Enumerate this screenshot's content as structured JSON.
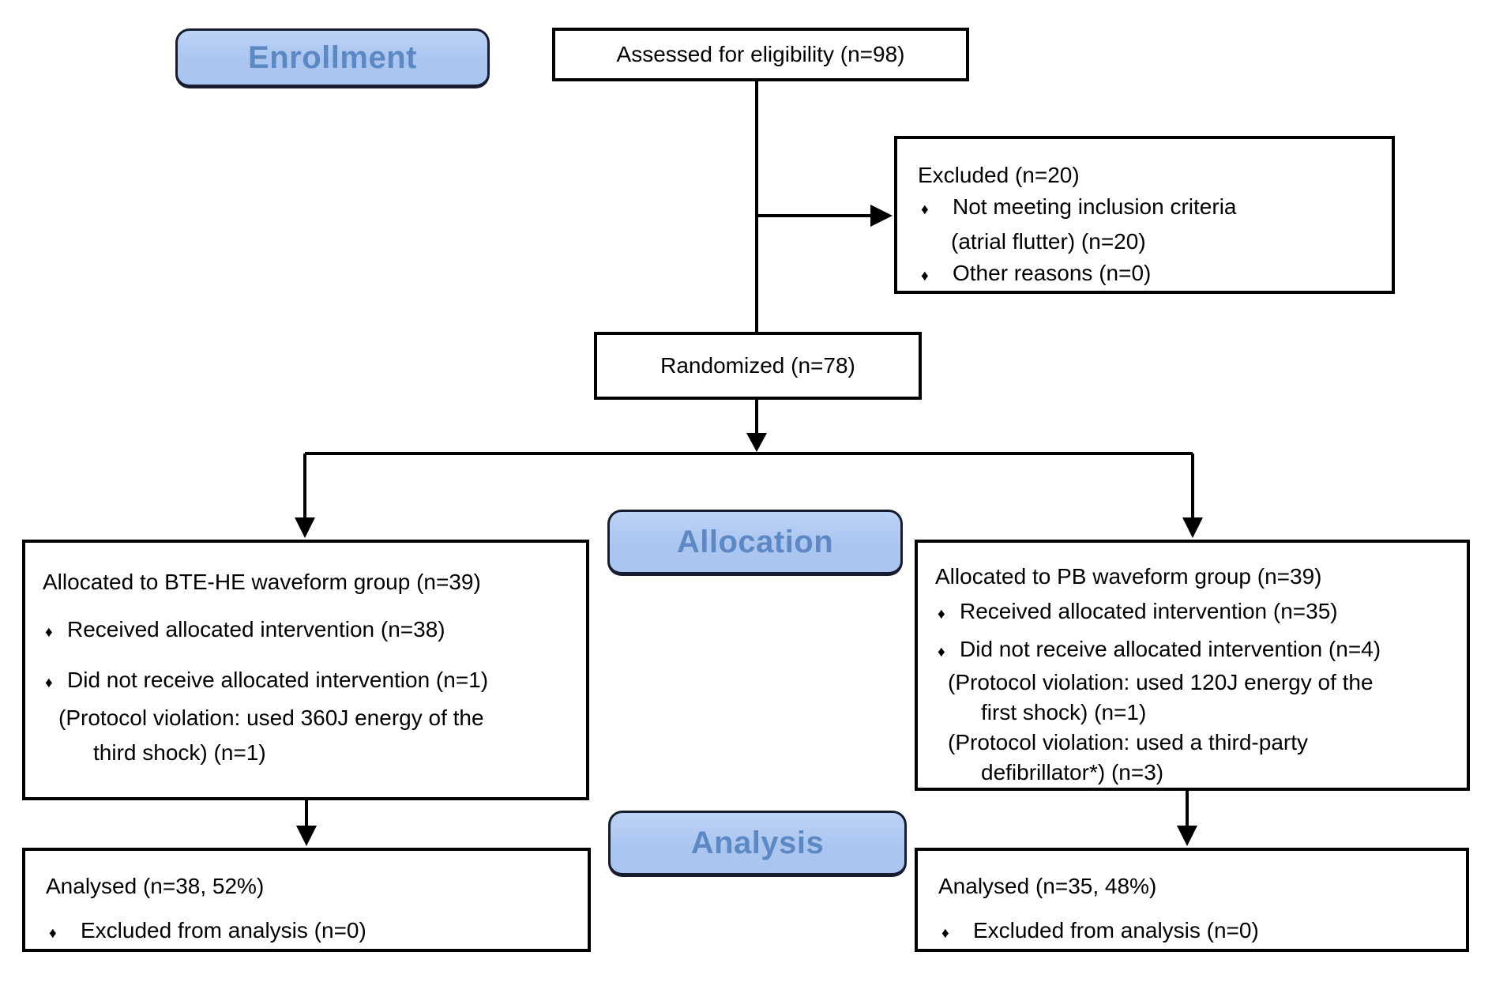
{
  "glyphs": {
    "bullet": "♦"
  },
  "colors": {
    "background": "#ffffff",
    "text": "#000000",
    "line": "#000000",
    "box_border": "#000000",
    "stage_fill": "#aac6f0",
    "stage_fill_light": "#bdd2f6",
    "stage_border": "#171c2e",
    "stage_text": "#5c88c4"
  },
  "stages": {
    "enrollment": "Enrollment",
    "allocation": "Allocation",
    "analysis": "Analysis"
  },
  "assessed": {
    "text": "Assessed for eligibility (n=98)"
  },
  "excluded": {
    "title": "Excluded  (n=20)",
    "bullet1": "Not meeting inclusion criteria",
    "bullet1_cont": "(atrial flutter) (n=20)",
    "bullet2": "Other reasons (n=0)"
  },
  "randomized": {
    "text": "Randomized (n=78)"
  },
  "alloc_left": {
    "title": "Allocated to BTE-HE waveform group (n=39)",
    "bullet1": "Received allocated intervention (n=38)",
    "bullet2": "Did not receive allocated intervention (n=1)",
    "bullet2_cont1": "(Protocol violation: used 360J energy of the",
    "bullet2_cont2": "third shock) (n=1)"
  },
  "alloc_right": {
    "title": "Allocated to PB waveform group (n=39)",
    "bullet1": "Received allocated intervention (n=35)",
    "bullet2": "Did not receive allocated intervention (n=4)",
    "bullet2_cont1": "(Protocol violation: used 120J energy of the",
    "bullet2_cont2": "first shock) (n=1)",
    "bullet2_cont3": "(Protocol violation: used a third-party",
    "bullet2_cont4": "defibrillator*) (n=3)"
  },
  "analysis_left": {
    "title": "Analysed (n=38, 52%)",
    "bullet1": "Excluded from analysis (n=0)"
  },
  "analysis_right": {
    "title": "Analysed (n=35, 48%)",
    "bullet1": "Excluded from analysis (n=0)"
  }
}
